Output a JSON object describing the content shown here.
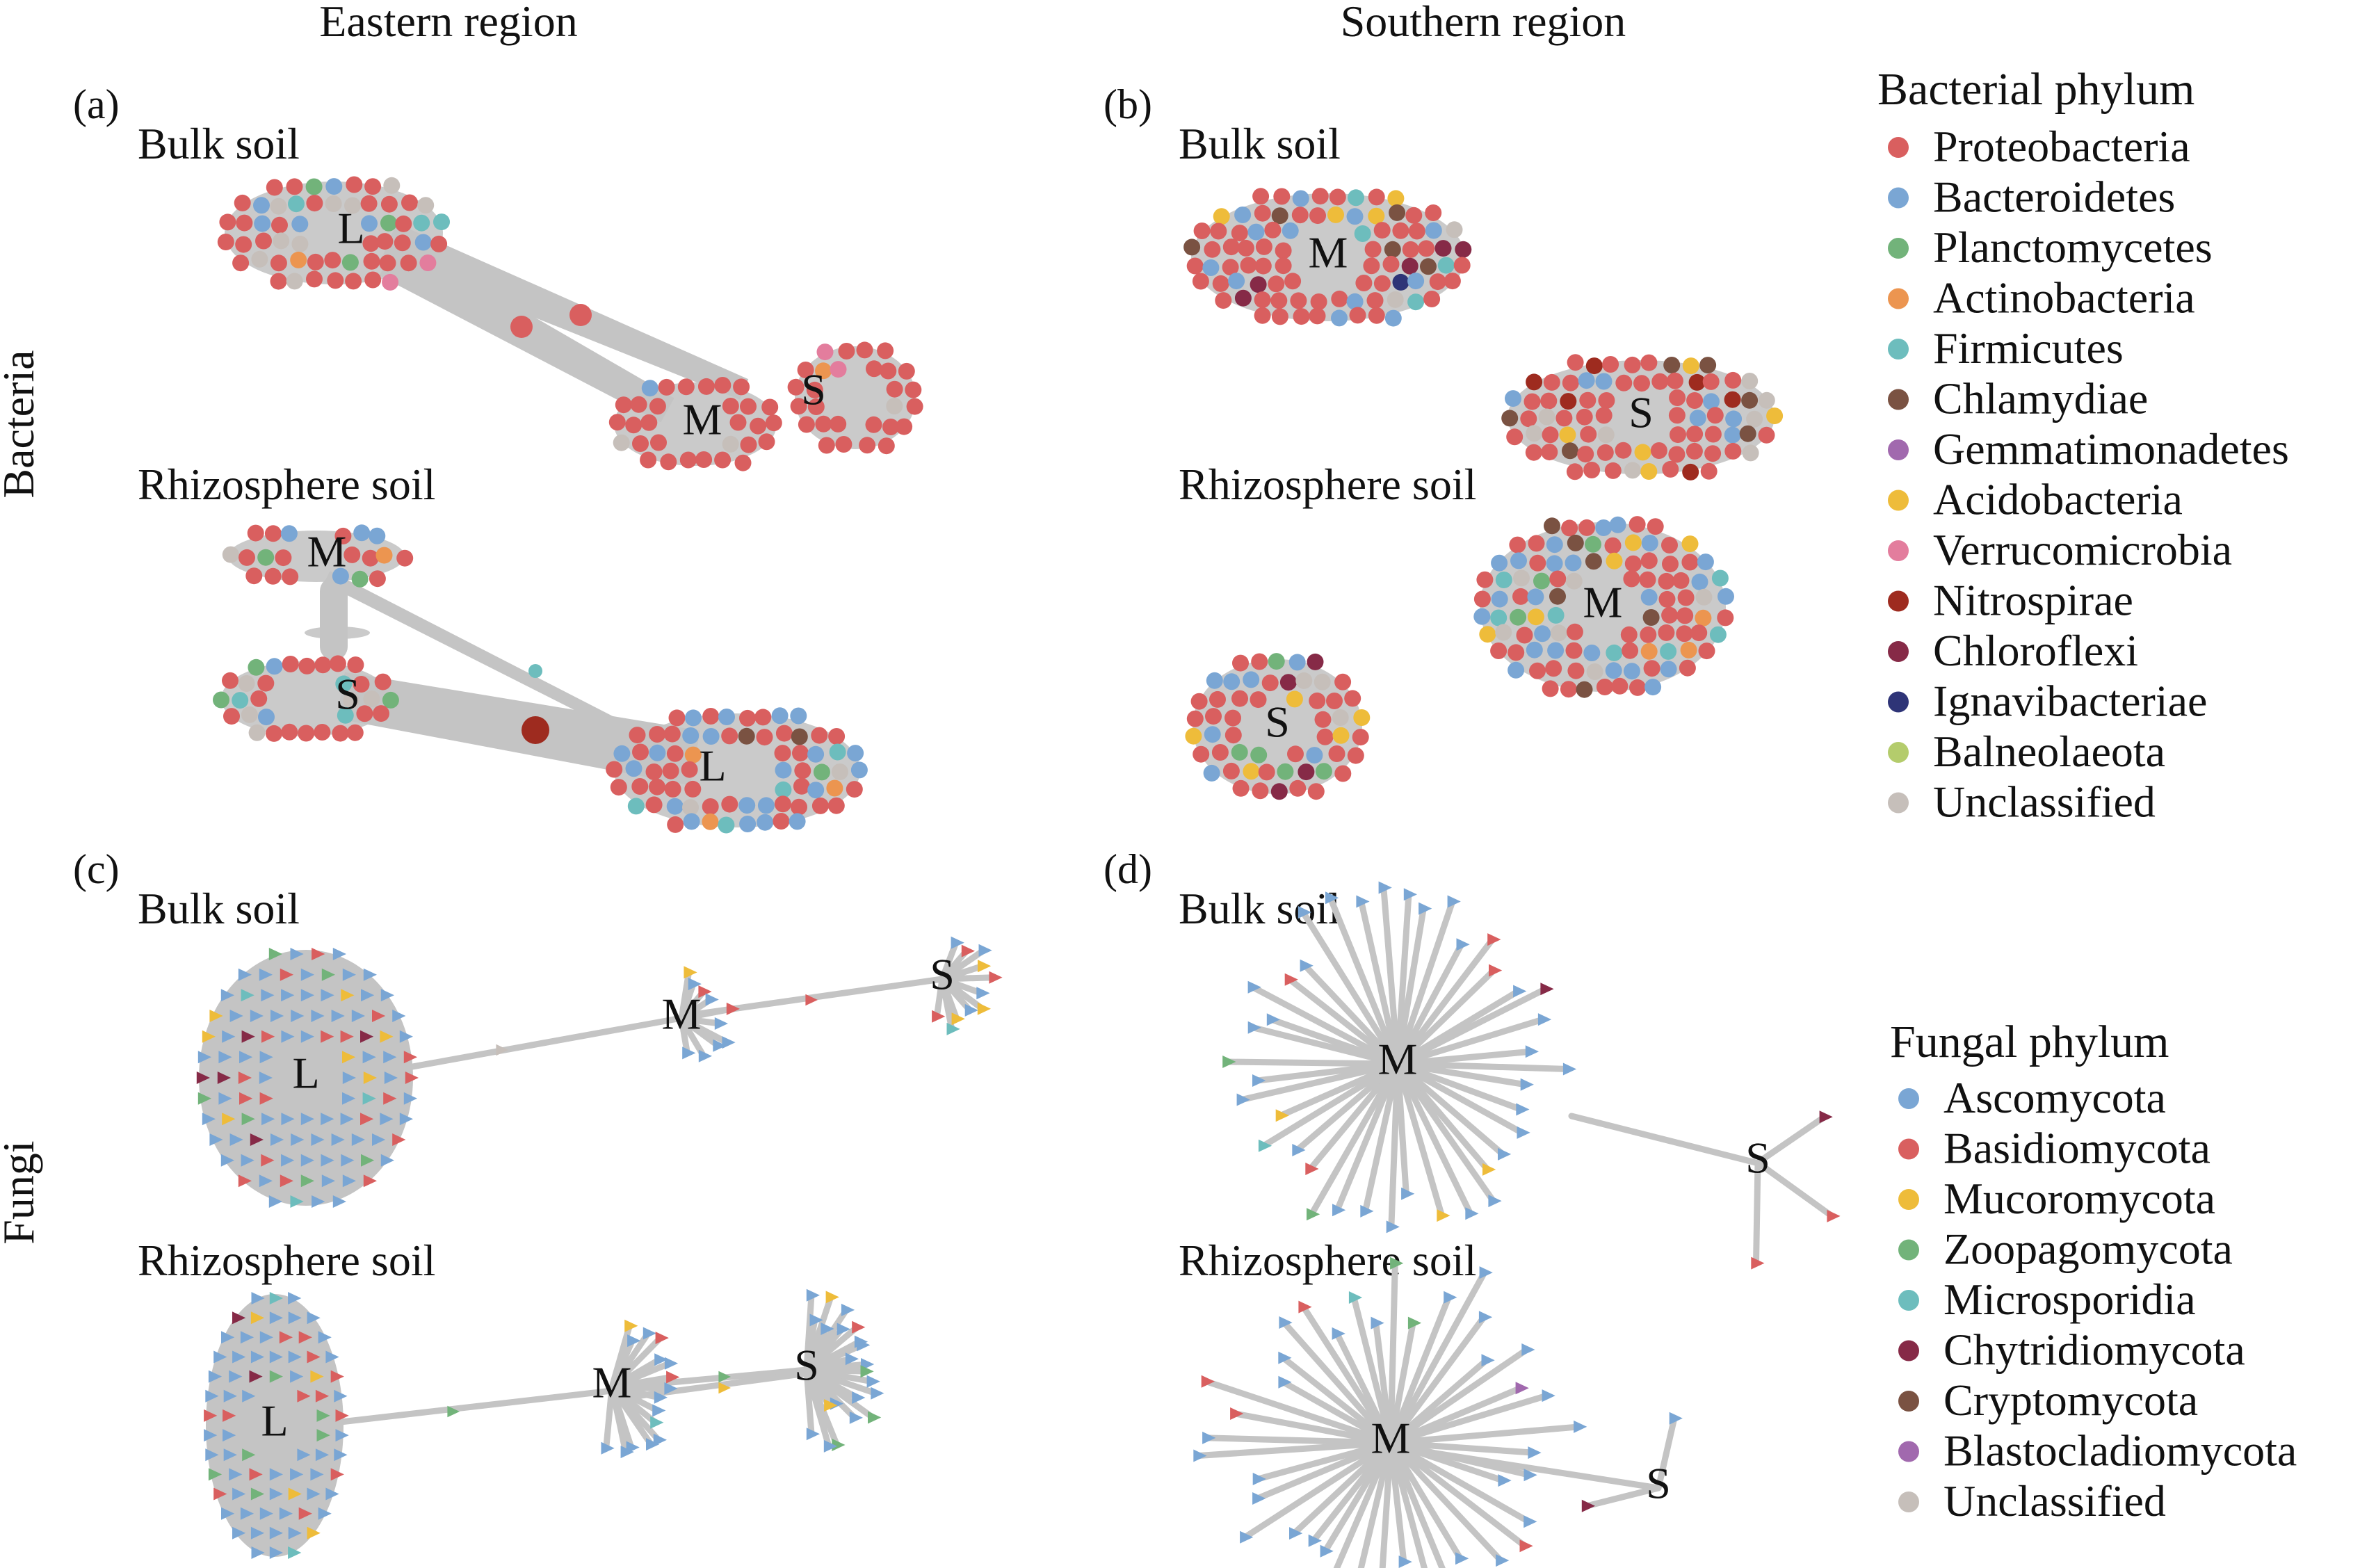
{
  "colors": {
    "Proteobacteria": "#d95f5f",
    "Bacteroidetes": "#7aa6d4",
    "Planctomycetes": "#72b37a",
    "Actinobacteria": "#ec9550",
    "Firmicutes": "#6dbdbd",
    "Chlamydiae": "#7a5242",
    "Gemmatimonadetes": "#a169ae",
    "Acidobacteria": "#eebc3a",
    "Verrucomicrobia": "#e37d9d",
    "Nitrospirae": "#9e2b1f",
    "Chloroflexi": "#862a47",
    "Ignavibacteriae": "#2e3477",
    "Balneolaeota": "#b4cc6c",
    "Unclassified": "#c6bfba",
    "Ascomycota": "#7aa6d4",
    "Basidiomycota": "#d95f5f",
    "Mucoromycota": "#eebc3a",
    "Zoopagomycota": "#72b37a",
    "Microsporidia": "#6dbdbd",
    "Chytridiomycota": "#862a47",
    "Cryptomycota": "#7a5242",
    "Blastocladiomycota": "#a169ae",
    "edge": "#c4c4c4"
  },
  "columns": {
    "east": "Eastern region",
    "south": "Southern region"
  },
  "rows": {
    "bacteria": "Bacteria",
    "fungi": "Fungi"
  },
  "panels": {
    "a": {
      "letter": "(a)",
      "bulk": "Bulk soil",
      "rhizo": "Rhizosphere soil"
    },
    "b": {
      "letter": "(b)",
      "bulk": "Bulk soil",
      "rhizo": "Rhizosphere soil"
    },
    "c": {
      "letter": "(c)",
      "bulk": "Bulk soil",
      "rhizo": "Rhizosphere soil"
    },
    "d": {
      "letter": "(d)",
      "bulk": "Bulk soil",
      "rhizo": "Rhizosphere soil"
    }
  },
  "hubs": {
    "L": "L",
    "M": "M",
    "S": "S"
  },
  "legend_bacteria": {
    "title": "Bacterial phylum",
    "items": [
      "Proteobacteria",
      "Bacteroidetes",
      "Planctomycetes",
      "Actinobacteria",
      "Firmicutes",
      "Chlamydiae",
      "Gemmatimonadetes",
      "Acidobacteria",
      "Verrucomicrobia",
      "Nitrospirae",
      "Chloroflexi",
      "Ignavibacteriae",
      "Balneolaeota",
      "Unclassified"
    ]
  },
  "legend_fungi": {
    "title": "Fungal phylum",
    "items": [
      "Ascomycota",
      "Basidiomycota",
      "Mucoromycota",
      "Zoopagomycota",
      "Microsporidia",
      "Chytridiomycota",
      "Cryptomycota",
      "Blastocladiomycota",
      "Unclassified"
    ]
  }
}
